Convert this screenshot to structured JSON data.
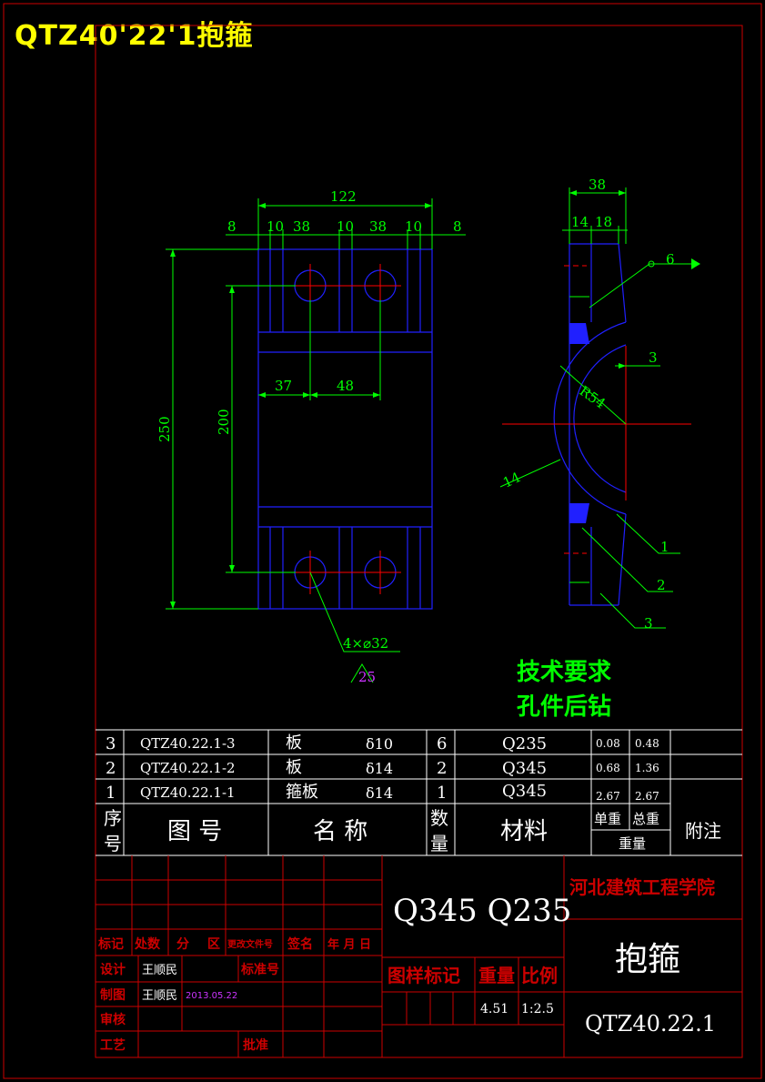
{
  "sheet_title": "QTZ40'22'1抱箍",
  "front_view": {
    "dims_top": {
      "overall": "122",
      "segments": [
        "8",
        "10",
        "38",
        "10",
        "38",
        "10",
        "8"
      ]
    },
    "dim_height_overall": "250",
    "dim_height_holes": "200",
    "dim_hole_x1": "37",
    "dim_hole_x2": "48",
    "hole_callout": "4×⌀32",
    "surface_mark": "25"
  },
  "side_view": {
    "dim_width": "38",
    "dim_seg_a": "14",
    "dim_seg_b": "18",
    "dim_gap": "3",
    "radius": "R54",
    "thickness": "14",
    "callouts": [
      "6",
      "1",
      "2",
      "3"
    ]
  },
  "tech_req": {
    "heading": "技术要求",
    "line1": "孔件后钻"
  },
  "parts": [
    {
      "no": "3",
      "drawing_no": "QTZ40.22.1-3",
      "name": "板",
      "spec": "δ10",
      "qty": "6",
      "material": "Q235",
      "unit_wt": "0.08",
      "total_wt": "0.48"
    },
    {
      "no": "2",
      "drawing_no": "QTZ40.22.1-2",
      "name": "板",
      "spec": "δ14",
      "qty": "2",
      "material": "Q345",
      "unit_wt": "0.68",
      "total_wt": "1.36"
    },
    {
      "no": "1",
      "drawing_no": "QTZ40.22.1-1",
      "name": "箍板",
      "spec": "δ14",
      "qty": "1",
      "material": "Q345",
      "unit_wt": "2.67",
      "total_wt": "2.67"
    }
  ],
  "parts_header": {
    "seq_a": "序",
    "seq_b": "号",
    "drawing_no": "图 号",
    "name": "名 称",
    "qty_a": "数",
    "qty_b": "量",
    "material": "材料",
    "unit_wt": "单重",
    "total_wt": "总重",
    "weight": "重量",
    "remarks": "附注"
  },
  "title_block": {
    "material": "Q345 Q235",
    "school": "河北建筑工程学院",
    "part_name": "抱箍",
    "drawing_no": "QTZ40.22.1",
    "change_header": [
      "标记",
      "处数",
      "分",
      "区",
      "更改文件号",
      "签名",
      "年 月 日"
    ],
    "design_label": "设计",
    "designer": "王顺民",
    "std_label": "标准号",
    "draw_label": "制图",
    "drafter": "王顺民",
    "date": "2013.05.22",
    "review_label": "审核",
    "process_label": "工艺",
    "approve_label": "批准",
    "mark_label": "图样标记",
    "weight_label": "重量",
    "scale_label": "比例",
    "weight_value": "4.51",
    "scale_value": "1:2.5"
  },
  "colors": {
    "border": "#cc0000",
    "outline": "#2020ff",
    "dimension": "#00ff00",
    "centerline": "#ff0000",
    "white": "#ffffff",
    "title": "#ffff00",
    "surface": "#cc33ff",
    "fill": "#2020ff"
  }
}
